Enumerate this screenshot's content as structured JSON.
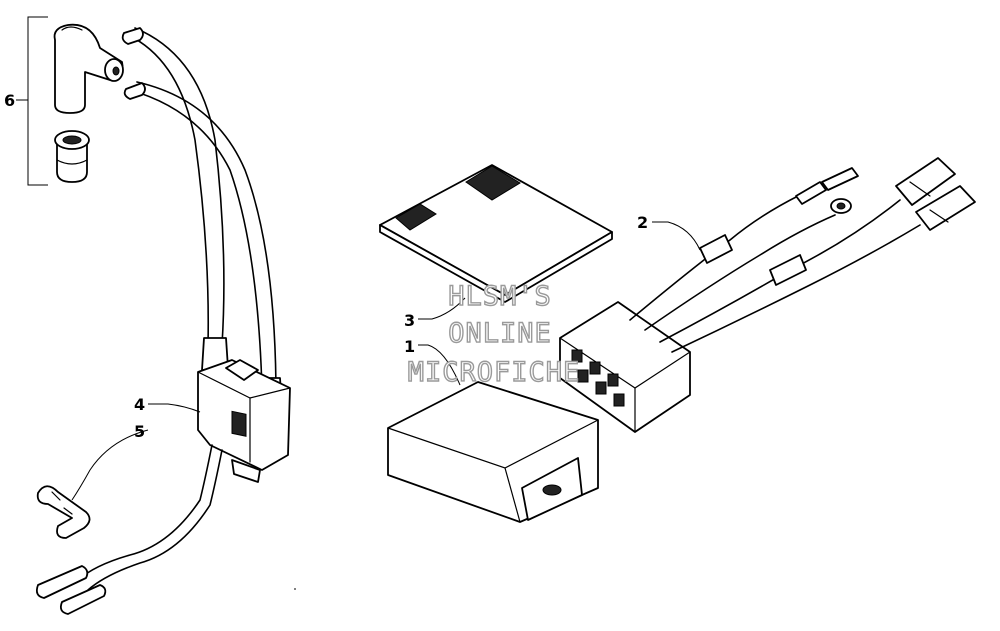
{
  "callouts": [
    {
      "id": "1",
      "label": "1"
    },
    {
      "id": "2",
      "label": "2"
    },
    {
      "id": "3",
      "label": "3"
    },
    {
      "id": "4",
      "label": "4"
    },
    {
      "id": "5",
      "label": "5"
    },
    {
      "id": "6",
      "label": "6"
    }
  ],
  "watermark": {
    "line1": "HLSM'S",
    "line2": "ONLINE",
    "line3": "MICROFICHE"
  }
}
